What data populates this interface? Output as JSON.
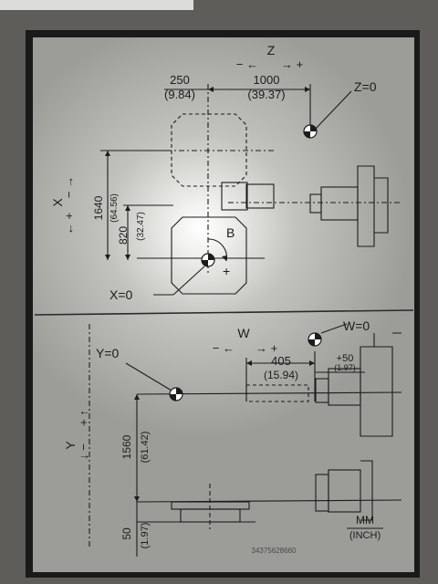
{
  "labels": {
    "z_axis": "Z",
    "z_minus": "− ←",
    "z_plus": "→ +",
    "x_axis": "X",
    "x_minus_arrow": "− →",
    "x_plus_arrow": "← +",
    "y_axis": "Y",
    "y_plus": "+ ↑",
    "y_minus": "↓ −",
    "w_axis": "W",
    "w_minus": "− ←",
    "w_plus": "→ +",
    "dim_250": "250",
    "dim_250_in": "(9.84)",
    "dim_1000": "1000",
    "dim_1000_in": "(39.37)",
    "z0": "Z=0",
    "dim_1640": "1640",
    "dim_1640_in": "(64.56)",
    "dim_820": "820",
    "dim_820_in": "(32.47)",
    "b_label": "B",
    "plus": "+",
    "x0": "X=0",
    "y0": "Y=0",
    "w0": "W=0",
    "dim_405": "405",
    "dim_405_in": "(15.94)",
    "dim_50r": "+50",
    "dim_50r_in": "(1.97)",
    "dim_1560": "1560",
    "dim_1560_in": "(61.42)",
    "dim_50": "50",
    "dim_50_in": "(1.97)",
    "unit_mm": "MM",
    "unit_inch": "(INCH)",
    "plate_number": "34375628660"
  },
  "colors": {
    "plate": "#a9aaa5",
    "line": "#1c1c1c",
    "border": "#1a1a1a"
  }
}
